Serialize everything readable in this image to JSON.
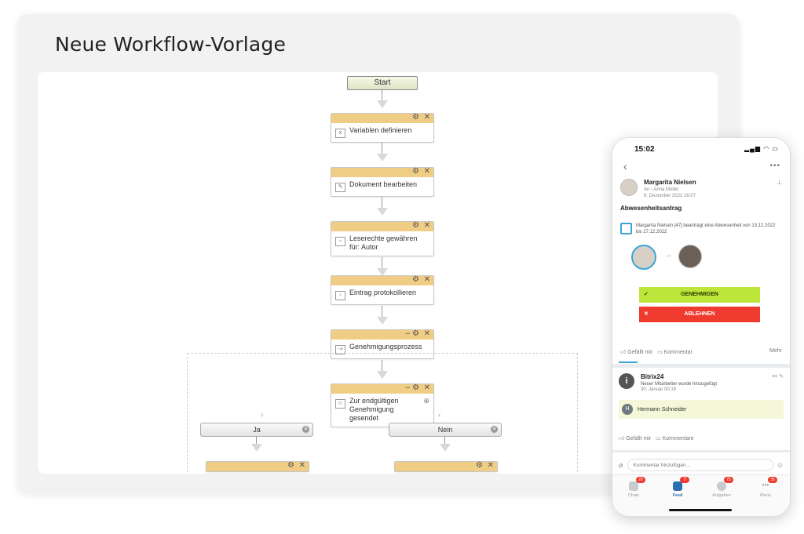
{
  "panel": {
    "title": "Neue Workflow-Vorlage"
  },
  "workflow": {
    "start": "Start",
    "nodes": [
      {
        "label": "Variablen definieren",
        "icon": "variables-icon"
      },
      {
        "label": "Dokument bearbeiten",
        "icon": "edit-document-icon"
      },
      {
        "label": "Leserechte gewähren für: Autor",
        "icon": "permissions-icon"
      },
      {
        "label": "Eintrag protokollieren",
        "icon": "log-icon"
      },
      {
        "label": "Genehmigungsprozess",
        "icon": "approval-icon"
      },
      {
        "label": "Zur endgültigen Genehmigung gesendet",
        "icon": "users-icon"
      }
    ],
    "branches": [
      "Ja",
      "Nein"
    ]
  },
  "phone": {
    "time": "15:02",
    "post": {
      "author": "Margarita Nielsen",
      "to_prefix": "An",
      "to_name": "Anna Müller",
      "date": "9. Dezember 2022 16:07",
      "title": "Abwesenheitsantrag",
      "body": "Margarita Nielsen [47] beantragt eine Abwesenheit von 13.12.2022 bis 27.12.2022",
      "approve": "GENEHMIGEN",
      "reject": "ABLEHNEN",
      "like": "Gefällt mir",
      "comment": "Kommentar",
      "more": "Mehr"
    },
    "notice": {
      "author": "Bitrix24",
      "text": "Neuer Mitarbeiter wurde hinzugefügt",
      "date": "30. Januar 00:16",
      "person": "Hermann Schneider",
      "person_initial": "H",
      "like": "Gefällt mir",
      "comment": "Kommentare"
    },
    "comment_placeholder": "Kommentar hinzufügen...",
    "tabs": [
      {
        "label": "Chats",
        "badge": "20"
      },
      {
        "label": "Feed",
        "badge": "7"
      },
      {
        "label": "Aufgaben",
        "badge": "75"
      },
      {
        "label": "Menü",
        "badge": "35"
      }
    ],
    "colors": {
      "approve": "#bde63a",
      "reject": "#ef3b2f",
      "node_bar": "#f0cd84"
    }
  }
}
